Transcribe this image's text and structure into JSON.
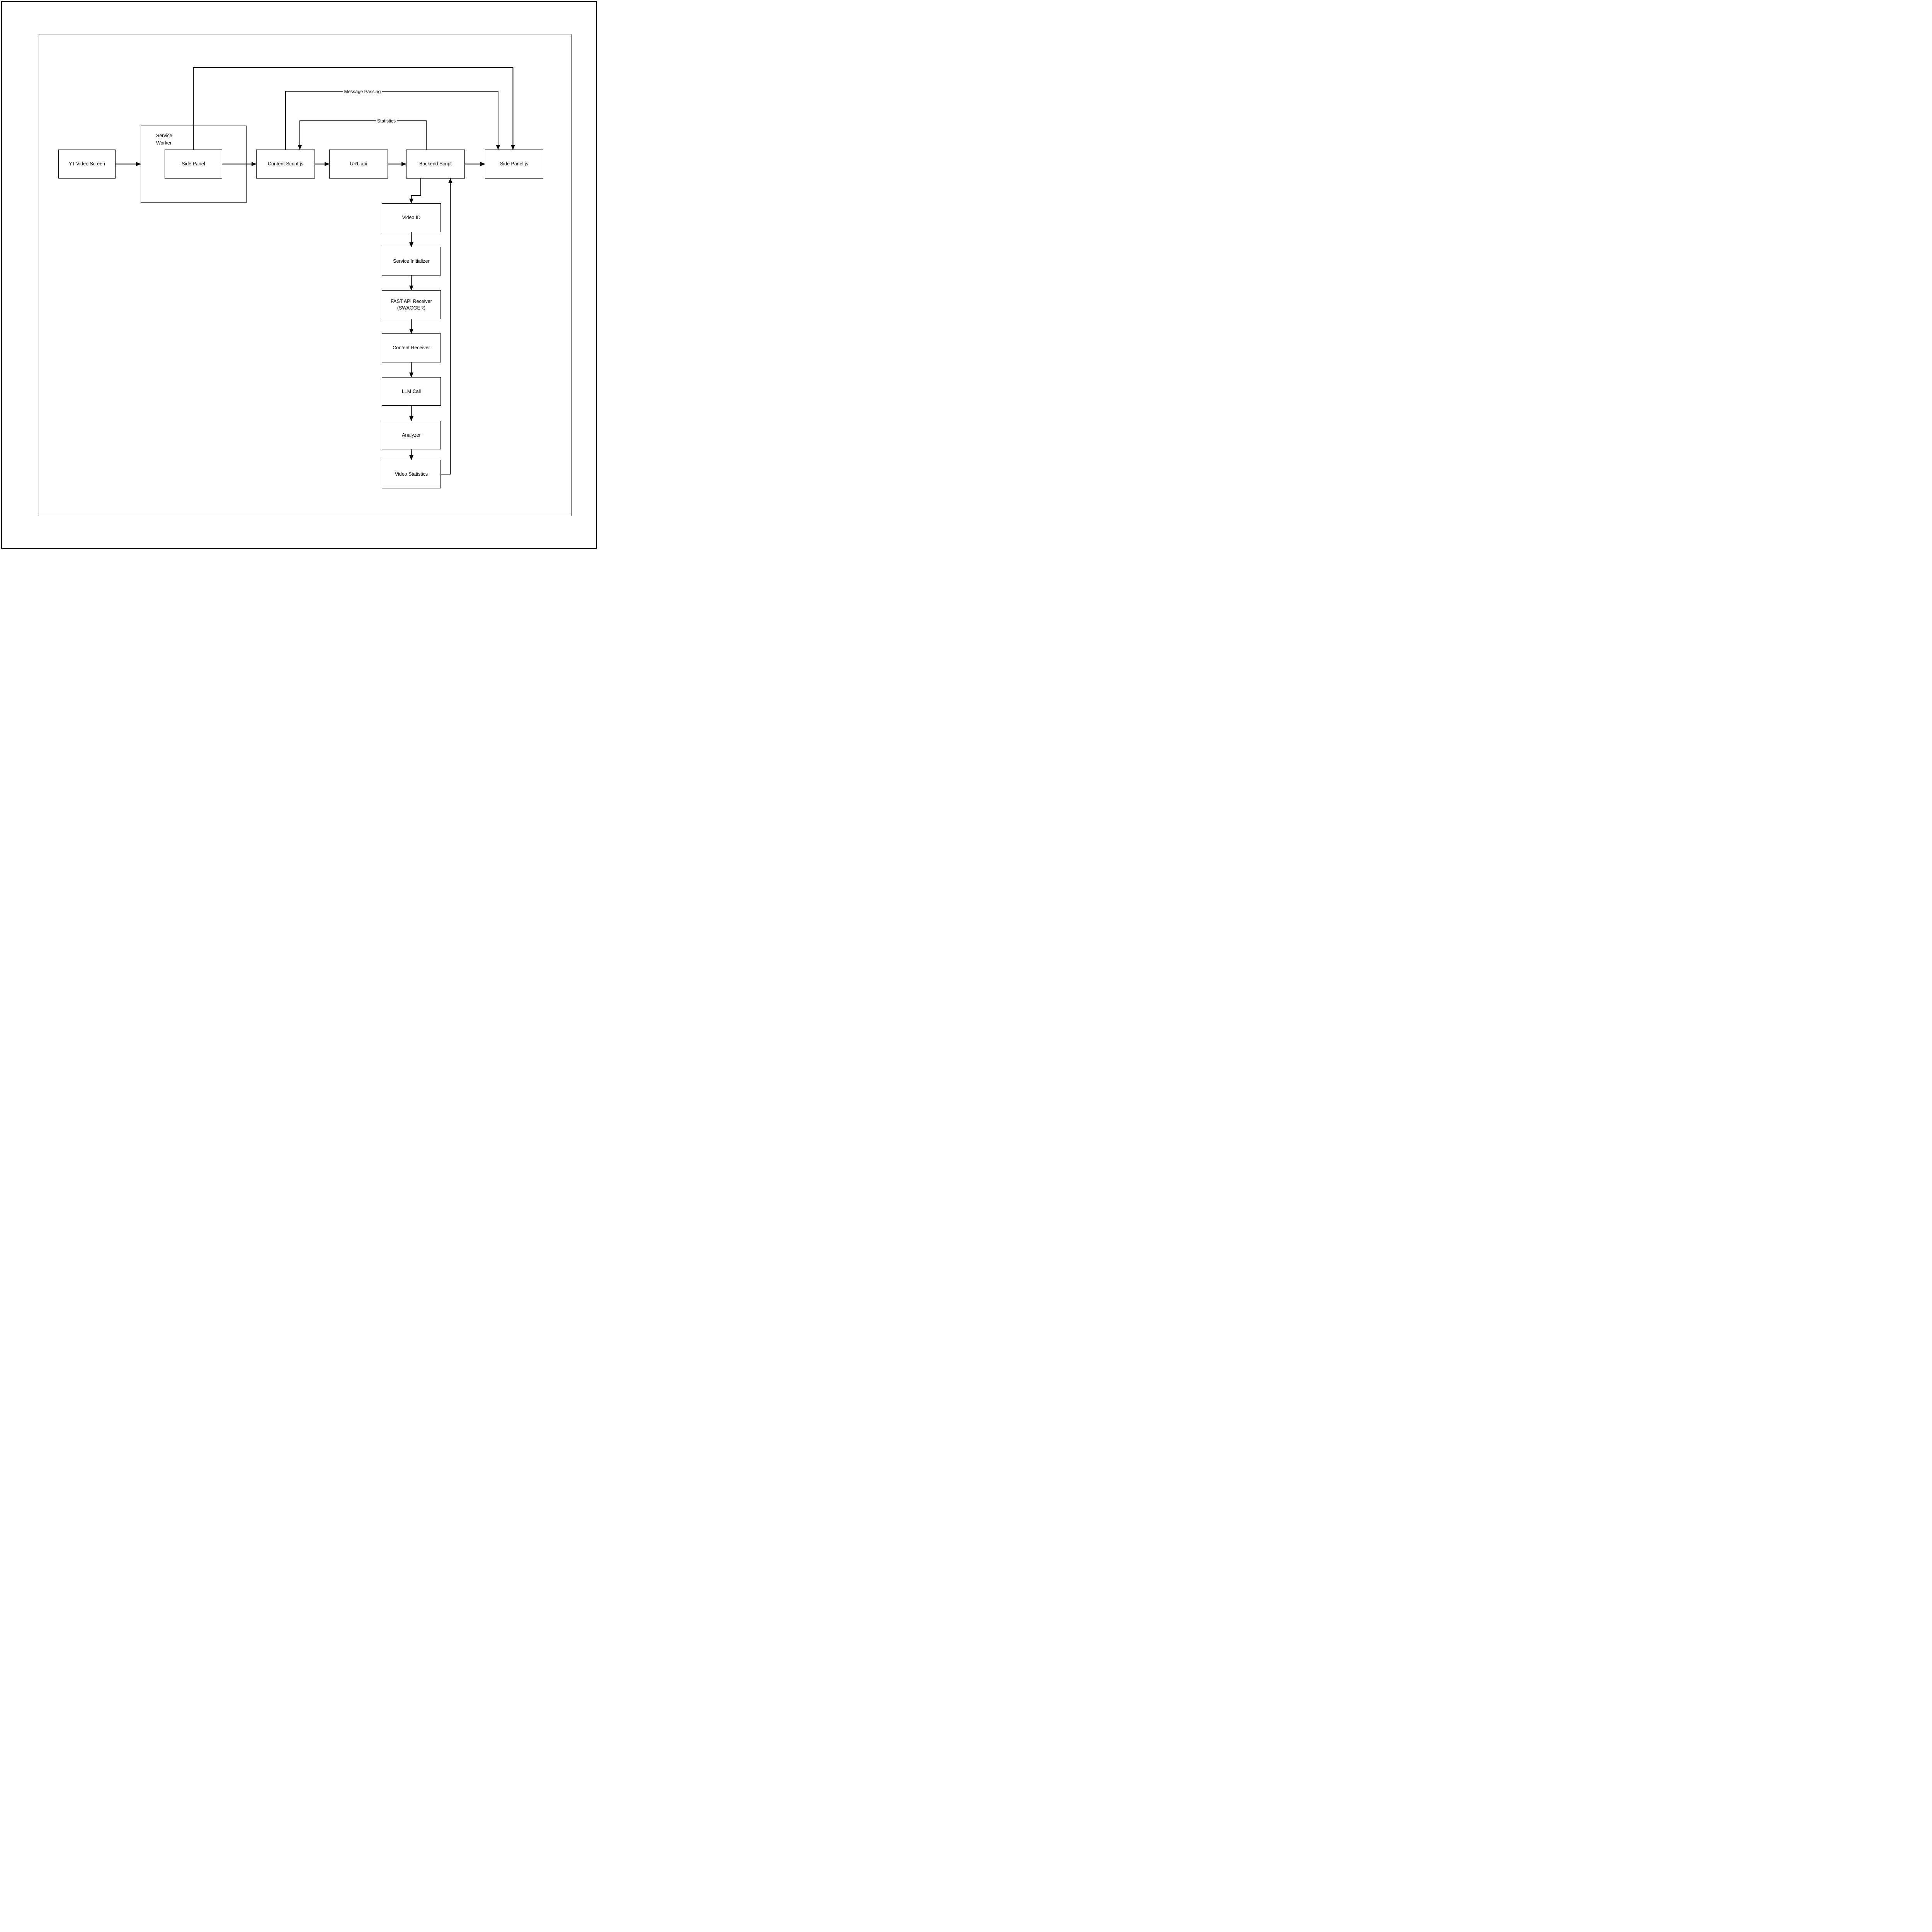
{
  "diagram": {
    "type": "flowchart",
    "colors": {
      "stroke": "#000000",
      "background": "#ffffff"
    },
    "nodes": {
      "yt_video_screen": "YT Video Screen",
      "service_worker_group": "Service\nWorker",
      "side_panel": "Side Panel",
      "content_script_js": "Content Script js",
      "url_api": "URL api",
      "backend_script": "Backend Script",
      "side_panel_js": "Side Panel.js",
      "video_id": "Video ID",
      "service_initializer": "Service Initializer",
      "fast_api_receiver": "FAST API Receiver\n(SWAGGER)",
      "content_receiver": "Content Receiver",
      "llm_call": "LLM Call",
      "analyzer": "Analyzer",
      "video_statistics": "Video Statistics"
    },
    "edge_labels": {
      "message_passing": "Message Passing",
      "statistics": "Statistics"
    },
    "edges": [
      {
        "from": "yt_video_screen",
        "to": "service_worker_group"
      },
      {
        "from": "side_panel",
        "to": "content_script_js"
      },
      {
        "from": "content_script_js",
        "to": "url_api"
      },
      {
        "from": "url_api",
        "to": "backend_script"
      },
      {
        "from": "backend_script",
        "to": "side_panel_js"
      },
      {
        "from": "backend_script",
        "to": "video_id"
      },
      {
        "from": "video_id",
        "to": "service_initializer"
      },
      {
        "from": "service_initializer",
        "to": "fast_api_receiver"
      },
      {
        "from": "fast_api_receiver",
        "to": "content_receiver"
      },
      {
        "from": "content_receiver",
        "to": "llm_call"
      },
      {
        "from": "llm_call",
        "to": "analyzer"
      },
      {
        "from": "analyzer",
        "to": "video_statistics"
      },
      {
        "from": "video_statistics",
        "to": "backend_script"
      },
      {
        "from": "content_script_js",
        "to": "side_panel_js",
        "label_ref": "message_passing"
      },
      {
        "from": "backend_script",
        "to": "content_script_js",
        "label_ref": "statistics"
      },
      {
        "from": "side_panel",
        "to": "side_panel_js"
      }
    ]
  }
}
